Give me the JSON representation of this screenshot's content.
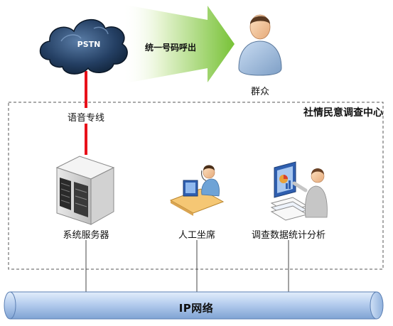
{
  "cloud": {
    "label": "PSTN"
  },
  "outbound": {
    "label": "统一号码呼出"
  },
  "public": {
    "label": "群众"
  },
  "line": {
    "label": "语音专线"
  },
  "center": {
    "title": "社情民意调查中心"
  },
  "nodes": {
    "server": "系统服务器",
    "agent": "人工坐席",
    "analysis": "调查数据统计分析"
  },
  "network": {
    "label": "IP网络"
  },
  "colors": {
    "voice_line": "#e8101a",
    "arrow_start": "#ffffff",
    "arrow_end": "#7cc33a",
    "pipe": "#a9c6ea",
    "cloud": "#1f3a5a"
  }
}
